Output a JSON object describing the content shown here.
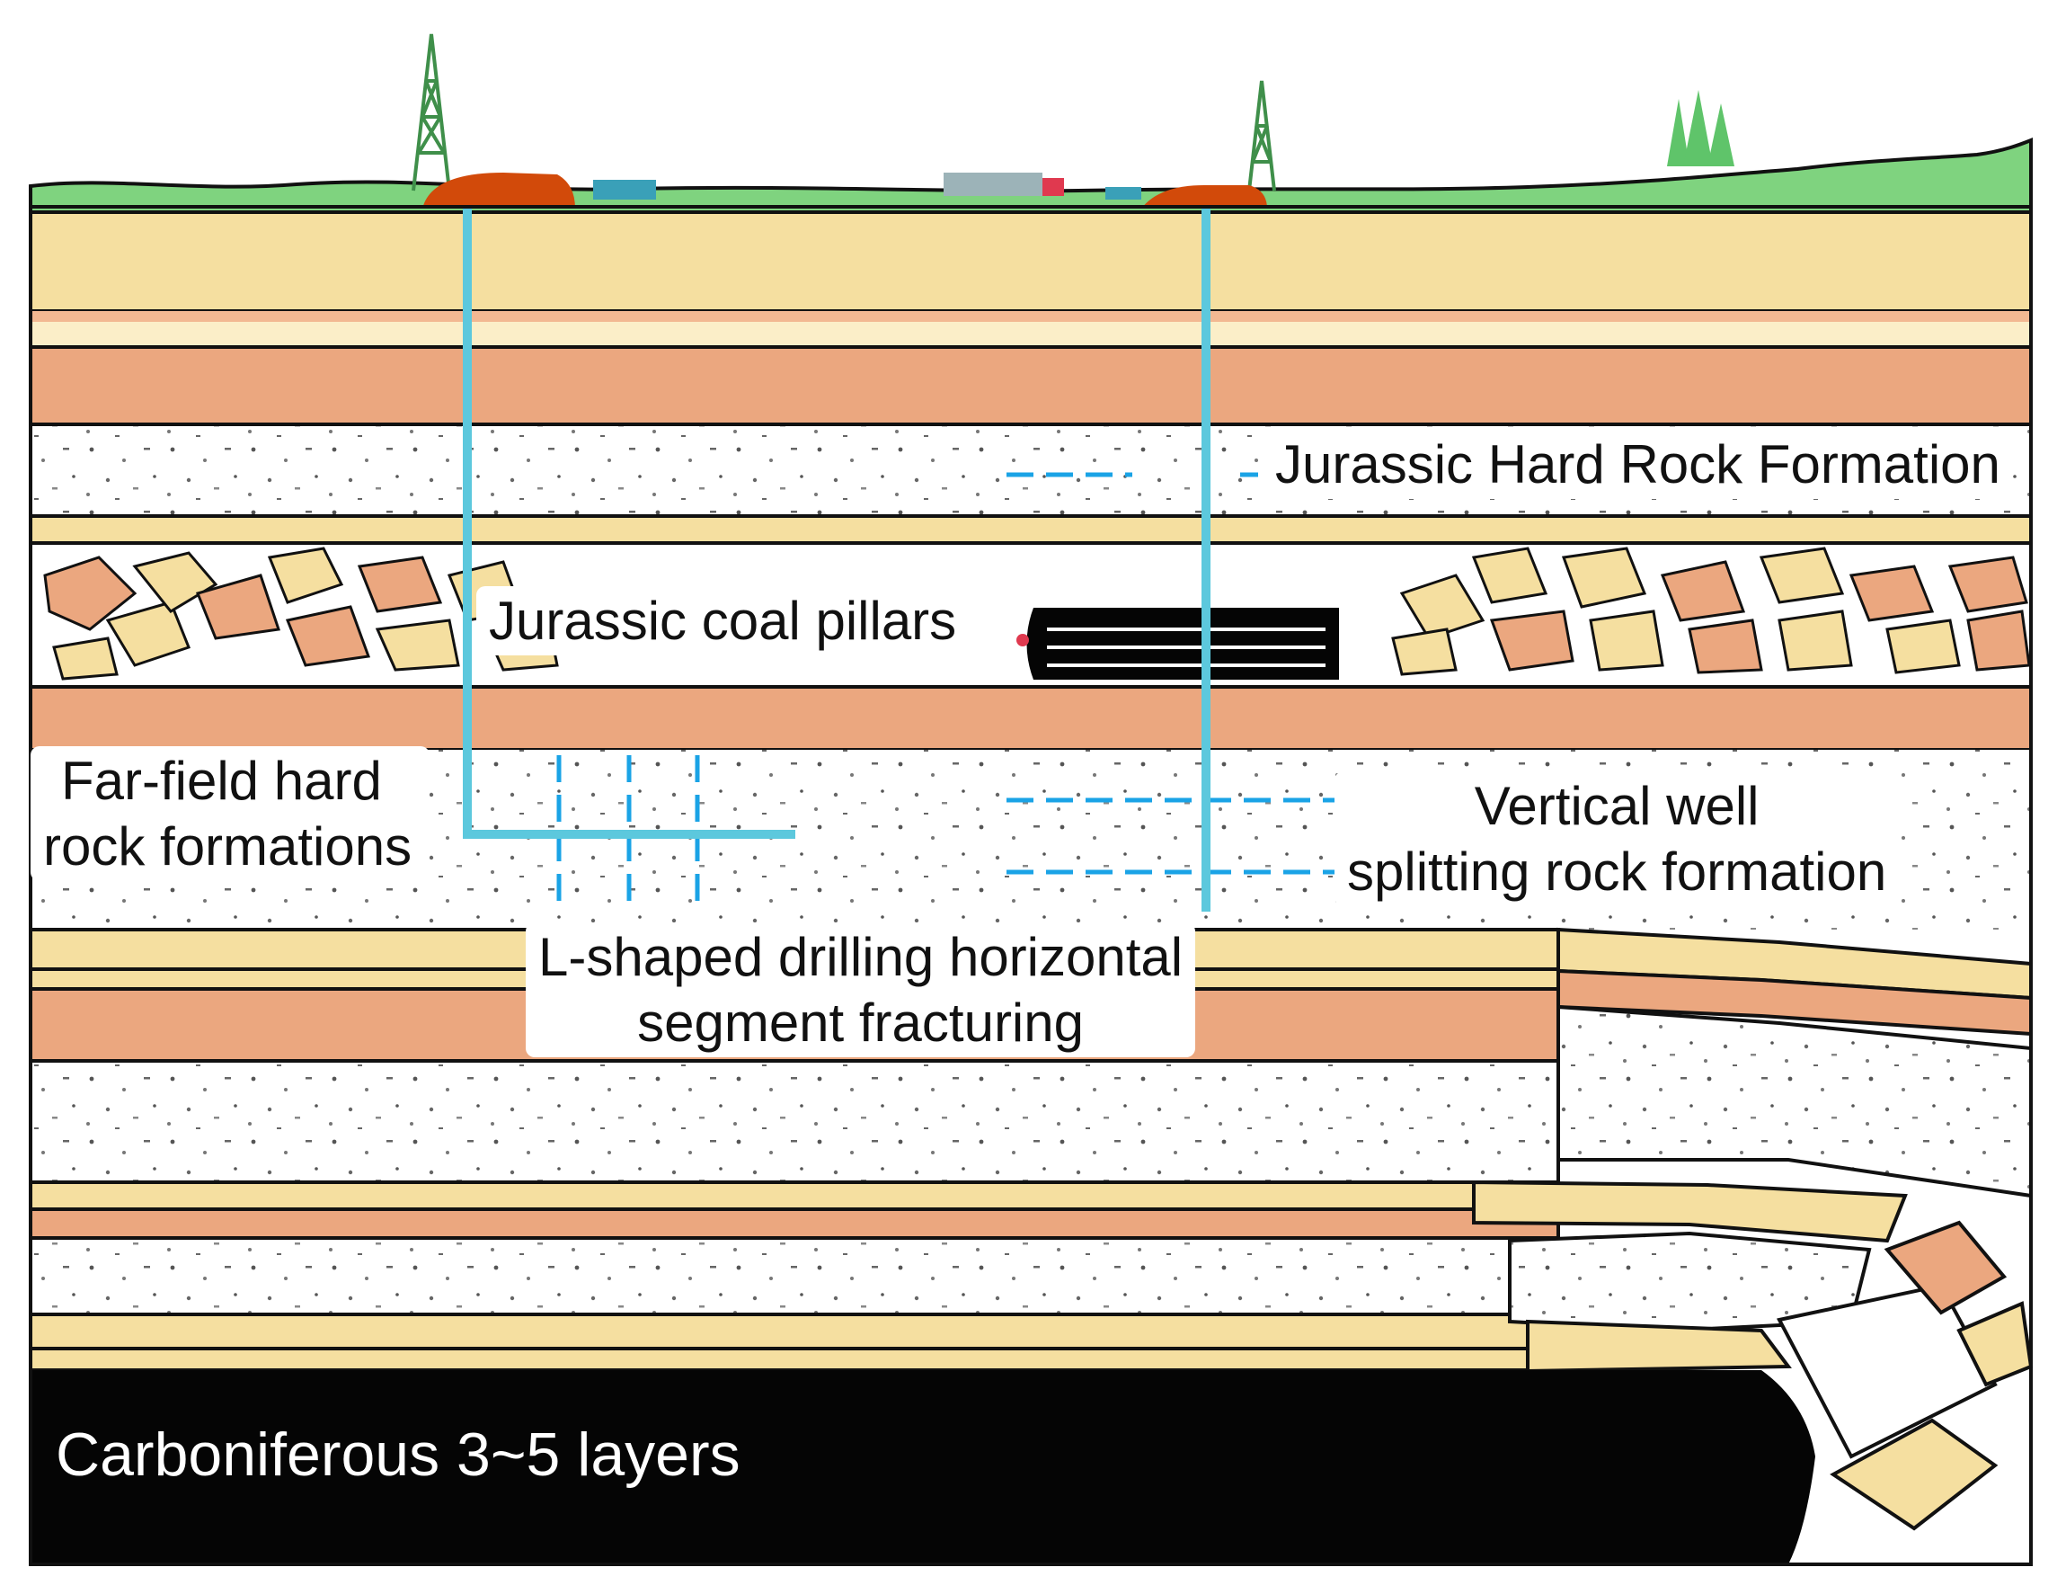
{
  "labels": {
    "jurassic_hard_rock": "Jurassic Hard Rock Formation",
    "jurassic_coal_pillars": "Jurassic coal pillars",
    "far_field_line1": "Far-field hard",
    "far_field_line2": "rock formations",
    "vertical_well_line1": "Vertical well",
    "vertical_well_line2": "splitting rock formation",
    "l_shaped_line1": "L-shaped drilling horizontal",
    "l_shaped_line2": "segment fracturing",
    "carboniferous": "Carboniferous 3~5 layers"
  },
  "colors": {
    "ground_green": "#7fd37f",
    "sandstone_yellow": "#f5dfa0",
    "mudstone_orange": "#eba77f",
    "well_cyan": "#5cc8dd",
    "fracture_blue": "#1aa3e6",
    "coal_black": "#050505",
    "rig_orange": "#d24a0a"
  }
}
